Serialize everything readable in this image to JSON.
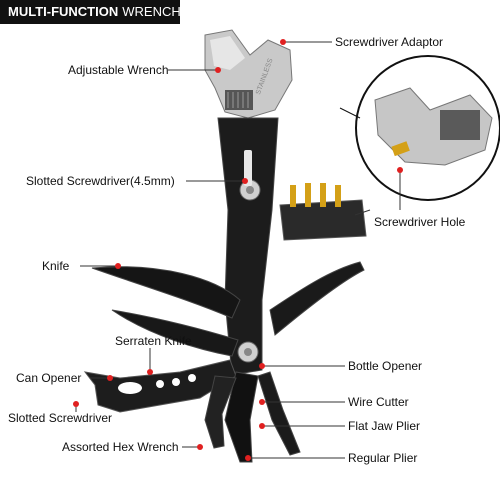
{
  "title": {
    "bold": "MULTI-FUNCTION",
    "normal": "WRENCH"
  },
  "callouts": {
    "screwdriver_adaptor": "Screwdriver Adaptor",
    "adjustable_wrench": "Adjustable Wrench",
    "slotted_screwdriver_45": "Slotted Screwdriver(4.5mm)",
    "screwdriver_hole": "Screwdriver Hole",
    "knife": "Knife",
    "serraten_knife": "Serraten Knife",
    "can_opener": "Can Opener",
    "bottle_opener": "Bottle Opener",
    "slotted_screwdriver": "Slotted Screwdriver",
    "wire_cutter": "Wire Cutter",
    "flat_jaw_plier": "Flat Jaw Plier",
    "assorted_hex_wrench": "Assorted Hex Wrench",
    "regular_plier": "Regular Plier"
  },
  "wrench_engraving": "STAINLESS",
  "colors": {
    "leader": "#333333",
    "dot": "#e02020",
    "tool_dark": "#1c1c1c",
    "steel": "#c8c8c8"
  }
}
